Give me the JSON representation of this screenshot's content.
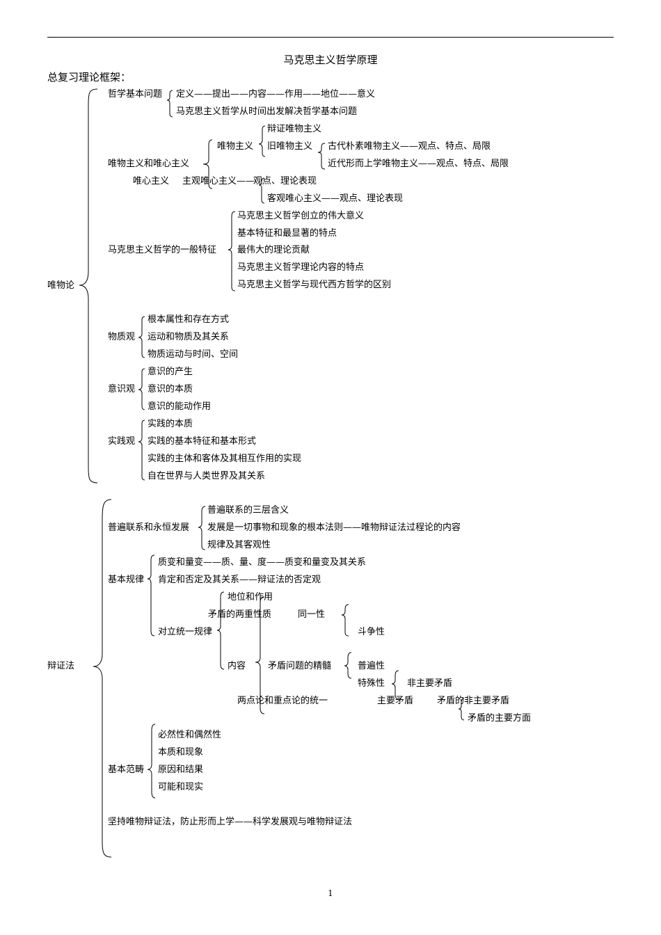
{
  "doc": {
    "title": "马克思主义哲学原理",
    "subtitle": "总复习理论框架：",
    "page_number": "1"
  },
  "materialism": {
    "label": "唯物论",
    "basic_question": "哲学基本问题",
    "bq_items": [
      "定义——提出——内容——作用——地位——意义",
      "马克思主义哲学从时间出发解决哲学基本问题"
    ],
    "mat_vs_ideal": "唯物主义和唯心主义",
    "materialism_label": "唯物主义",
    "dialectical_mat": "辩证唯物主义",
    "old_mat": "旧唯物主义",
    "ancient": "古代朴素唯物主义——观点、特点、局限",
    "modern_meta": "近代形而上学唯物主义——观点、特点、局限",
    "idealism_label": "唯心主义",
    "subjective": "主观唯心主义——",
    "subjective_tail": "观点、理论表现",
    "objective": "客观唯心主义——观点、理论表现",
    "marx_features": "马克思主义哲学的一般特征",
    "mf_items": [
      "马克思主义哲学创立的伟大意义",
      "基本特征和最显著的特点",
      "最伟大的理论贡献",
      "马克思主义哲学理论内容的特点",
      "马克思主义哲学与现代西方哲学的区别"
    ],
    "matter_view": "物质观",
    "matter_items": [
      "根本属性和存在方式",
      "运动和物质及其关系",
      "物质运动与时间、空间"
    ],
    "consciousness_view": "意识观",
    "cons_items": [
      "意识的产生",
      "意识的本质",
      "意识的能动作用"
    ],
    "practice_view": "实践观",
    "practice_items": [
      "实践的本质",
      "实践的基本特征和基本形式",
      "实践的主体和客体及其相互作用的实现",
      "自在世界与人类世界及其关系"
    ]
  },
  "dialectics": {
    "label": "辩证法",
    "universal": "普遍联系和永恒发展",
    "universal_items": [
      "普遍联系的三层含义",
      "发展是一切事物和现象的根本法则——唯物辩证法过程论的内容",
      "规律及其客观性"
    ],
    "basic_laws": "基本规律",
    "law_items": [
      "质变和量变——质、量、度——质变和量变及其关系",
      "肯定和否定及其关系——辩证法的否定观"
    ],
    "unity_law": "对立统一规律",
    "status": "地位和作用",
    "dual_nature": "矛盾的两重性质",
    "identity": "同一性",
    "struggle": "斗争性",
    "content": "内容",
    "essence": "矛盾问题的精髓",
    "universality": "普遍性",
    "particularity": "特殊性",
    "non_principal": "非主要矛盾",
    "two_point": "两点论和重点论的统一",
    "principal": "主要矛盾",
    "non_principal_aspect": "矛盾的非主要矛盾",
    "principal_aspect": "矛盾的主要方面",
    "categories": "基本范畴",
    "cat_items": [
      "必然性和偶然性",
      "本质和现象",
      "原因和结果",
      "可能和现实"
    ],
    "uphold": "坚持唯物辩证法，防止形而上学——科学发展观与唯物辩证法"
  }
}
